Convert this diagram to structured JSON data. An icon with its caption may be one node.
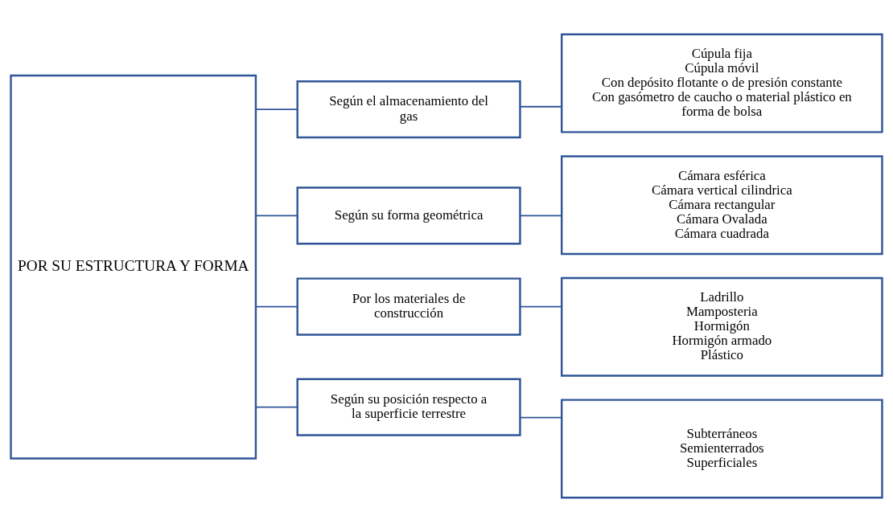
{
  "diagram": {
    "nodes": [
      {
        "text": [
          "POR SU ESTRUCTURA Y FORMA"
        ]
      },
      {
        "text": [
          "Según el almacenamiento del gas"
        ]
      },
      {
        "text": [
          "Según su forma geométrica"
        ]
      },
      {
        "text": [
          "Por los materiales de construcción"
        ]
      },
      {
        "text": [
          "Según su posición respecto a la superficie terrestre"
        ]
      },
      {
        "text": [
          "Cúpula fija",
          "Cúpula móvil",
          "Con depósito flotante o de presión constante",
          "Con gasómetro de caucho o material plástico en forma de bolsa"
        ]
      },
      {
        "text": [
          "Cámara esférica",
          "Cámara vertical cilindrica",
          "Cámara rectangular",
          "Cámara Ovalada",
          "Cámara cuadrada"
        ]
      },
      {
        "text": [
          "Ladrillo",
          "Mamposteria",
          "Hormigón",
          "Hormigón armado",
          "Plástico"
        ]
      },
      {
        "text": [
          "Subterráneos",
          "Semienterrados",
          "Superficiales"
        ]
      }
    ],
    "edges": [
      {
        "from": 0,
        "to": 1,
        "arrow": "none"
      },
      {
        "from": 0,
        "to": 2,
        "arrow": "none"
      },
      {
        "from": 0,
        "to": 3,
        "arrow": "none"
      },
      {
        "from": 0,
        "to": 4,
        "arrow": "none"
      },
      {
        "from": 1,
        "to": 5,
        "arrow": "none"
      },
      {
        "from": 2,
        "to": 6,
        "arrow": "none"
      },
      {
        "from": 3,
        "to": 7,
        "arrow": "none"
      },
      {
        "from": 4,
        "to": 8,
        "arrow": "none"
      }
    ]
  }
}
